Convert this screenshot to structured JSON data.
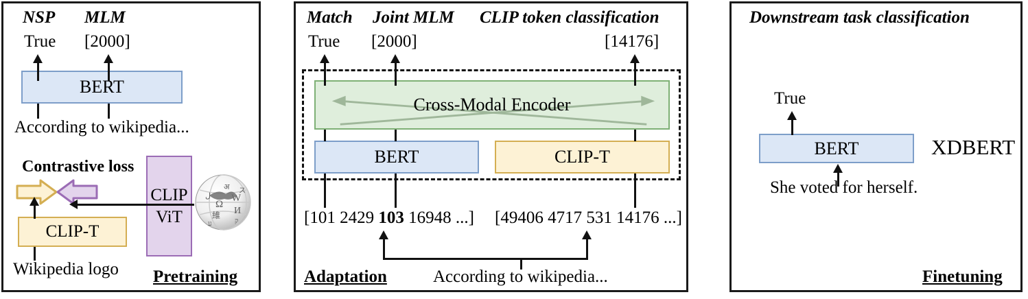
{
  "figure": {
    "type": "diagram",
    "description": "XDBERT three-stage pipeline diagram: Pretraining, Adaptation, Finetuning"
  },
  "colors": {
    "bert_fill": "#dce7f6",
    "bert_border": "#7d9ec9",
    "clipt_fill": "#fdf2d5",
    "clipt_border": "#d4ae52",
    "clipvit_fill": "#e3d4ec",
    "clipvit_border": "#9b6cb5",
    "encoder_fill": "#dfeedc",
    "encoder_border": "#7eb075",
    "line": "#111111"
  },
  "pretraining": {
    "stage_label": "Pretraining",
    "head_nsp": "NSP",
    "head_mlm": "MLM",
    "value_nsp": "True",
    "value_mlm": "[2000]",
    "bert_label": "BERT",
    "input_text": "According to wikipedia...",
    "contrastive_loss_label": "Contrastive loss",
    "clipt_label": "CLIP-T",
    "clipvit_label_line1": "CLIP",
    "clipvit_label_line2": "ViT",
    "image_caption": "Wikipedia logo",
    "left_arrow_icon": "yellow-right-fat-arrow-icon",
    "right_arrow_icon": "purple-left-fat-arrow-icon",
    "globe_icon": "wikipedia-globe-logo-icon"
  },
  "adaptation": {
    "stage_label": "Adaptation",
    "head_match": "Match",
    "head_joint_mlm": "Joint MLM",
    "head_clip_token": "CLIP token classification",
    "value_match": "True",
    "value_joint_mlm": "[2000]",
    "value_clip_token": "[14176]",
    "encoder_label": "Cross-Modal Encoder",
    "bert_label": "BERT",
    "clipt_label": "CLIP-T",
    "tokens_bert_pre": "[101 2429 ",
    "tokens_bert_bold": "103",
    "tokens_bert_post": " 16948 ...]",
    "tokens_clip": "[49406 4717 531 14176 ...]",
    "input_text": "According to wikipedia..."
  },
  "finetuning": {
    "stage_label": "Finetuning",
    "title": "Downstream task classification",
    "output_value": "True",
    "bert_label": "BERT",
    "input_text": "She voted for herself.",
    "model_name": "XDBERT"
  }
}
